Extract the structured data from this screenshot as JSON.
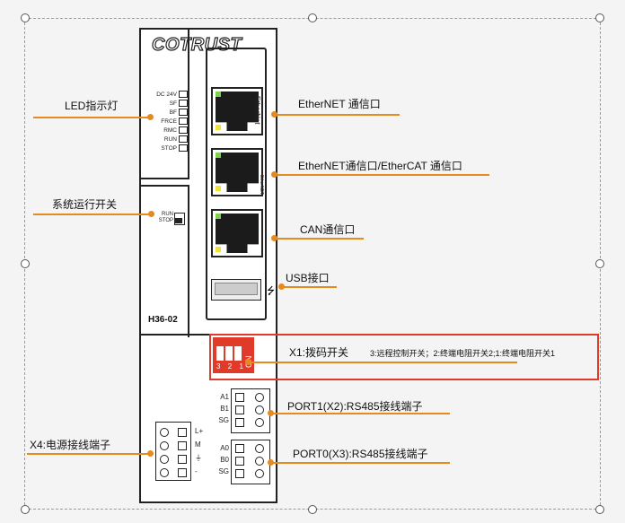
{
  "brand": "COTRUST",
  "model": "H36-02",
  "led_labels": [
    "DC 24V",
    "SF",
    "BF",
    "FRCE",
    "RMC",
    "RUN",
    "STOP"
  ],
  "switch_labels": [
    "RUN",
    "STOP"
  ],
  "ethernet_vertical": "EtherNet",
  "ethernet_vertical_small": "EtherNET",
  "annotations": {
    "led": "LED指示灯",
    "run_switch": "系统运行开关",
    "ethernet": "EtherNET 通信口",
    "ethercat": "EtherNET通信口/EtherCAT 通信口",
    "can": "CAN通信口",
    "usb": "USB接口",
    "dip_title": "X1:拨码开关",
    "dip_desc": "3:远程控制开关；2:终端电阻开关2;1:终端电阻开关1",
    "port1": "PORT1(X2):RS485接线端子",
    "port0": "PORT0(X3):RS485接线端子",
    "power": "X4:电源接线端子"
  },
  "dip": {
    "on": "ON",
    "numbers": [
      "3",
      "2",
      "1"
    ]
  },
  "port1_pins": [
    "A1",
    "B1",
    "SG"
  ],
  "port0_pins": [
    "A0",
    "B0",
    "SG"
  ],
  "power_pins": [
    "L+",
    "M",
    "⏚",
    "-"
  ],
  "colors": {
    "accent": "#e58a1e",
    "highlight": "#e03a2a",
    "led_green": "#7fd14a",
    "led_yellow": "#f1e23b"
  }
}
